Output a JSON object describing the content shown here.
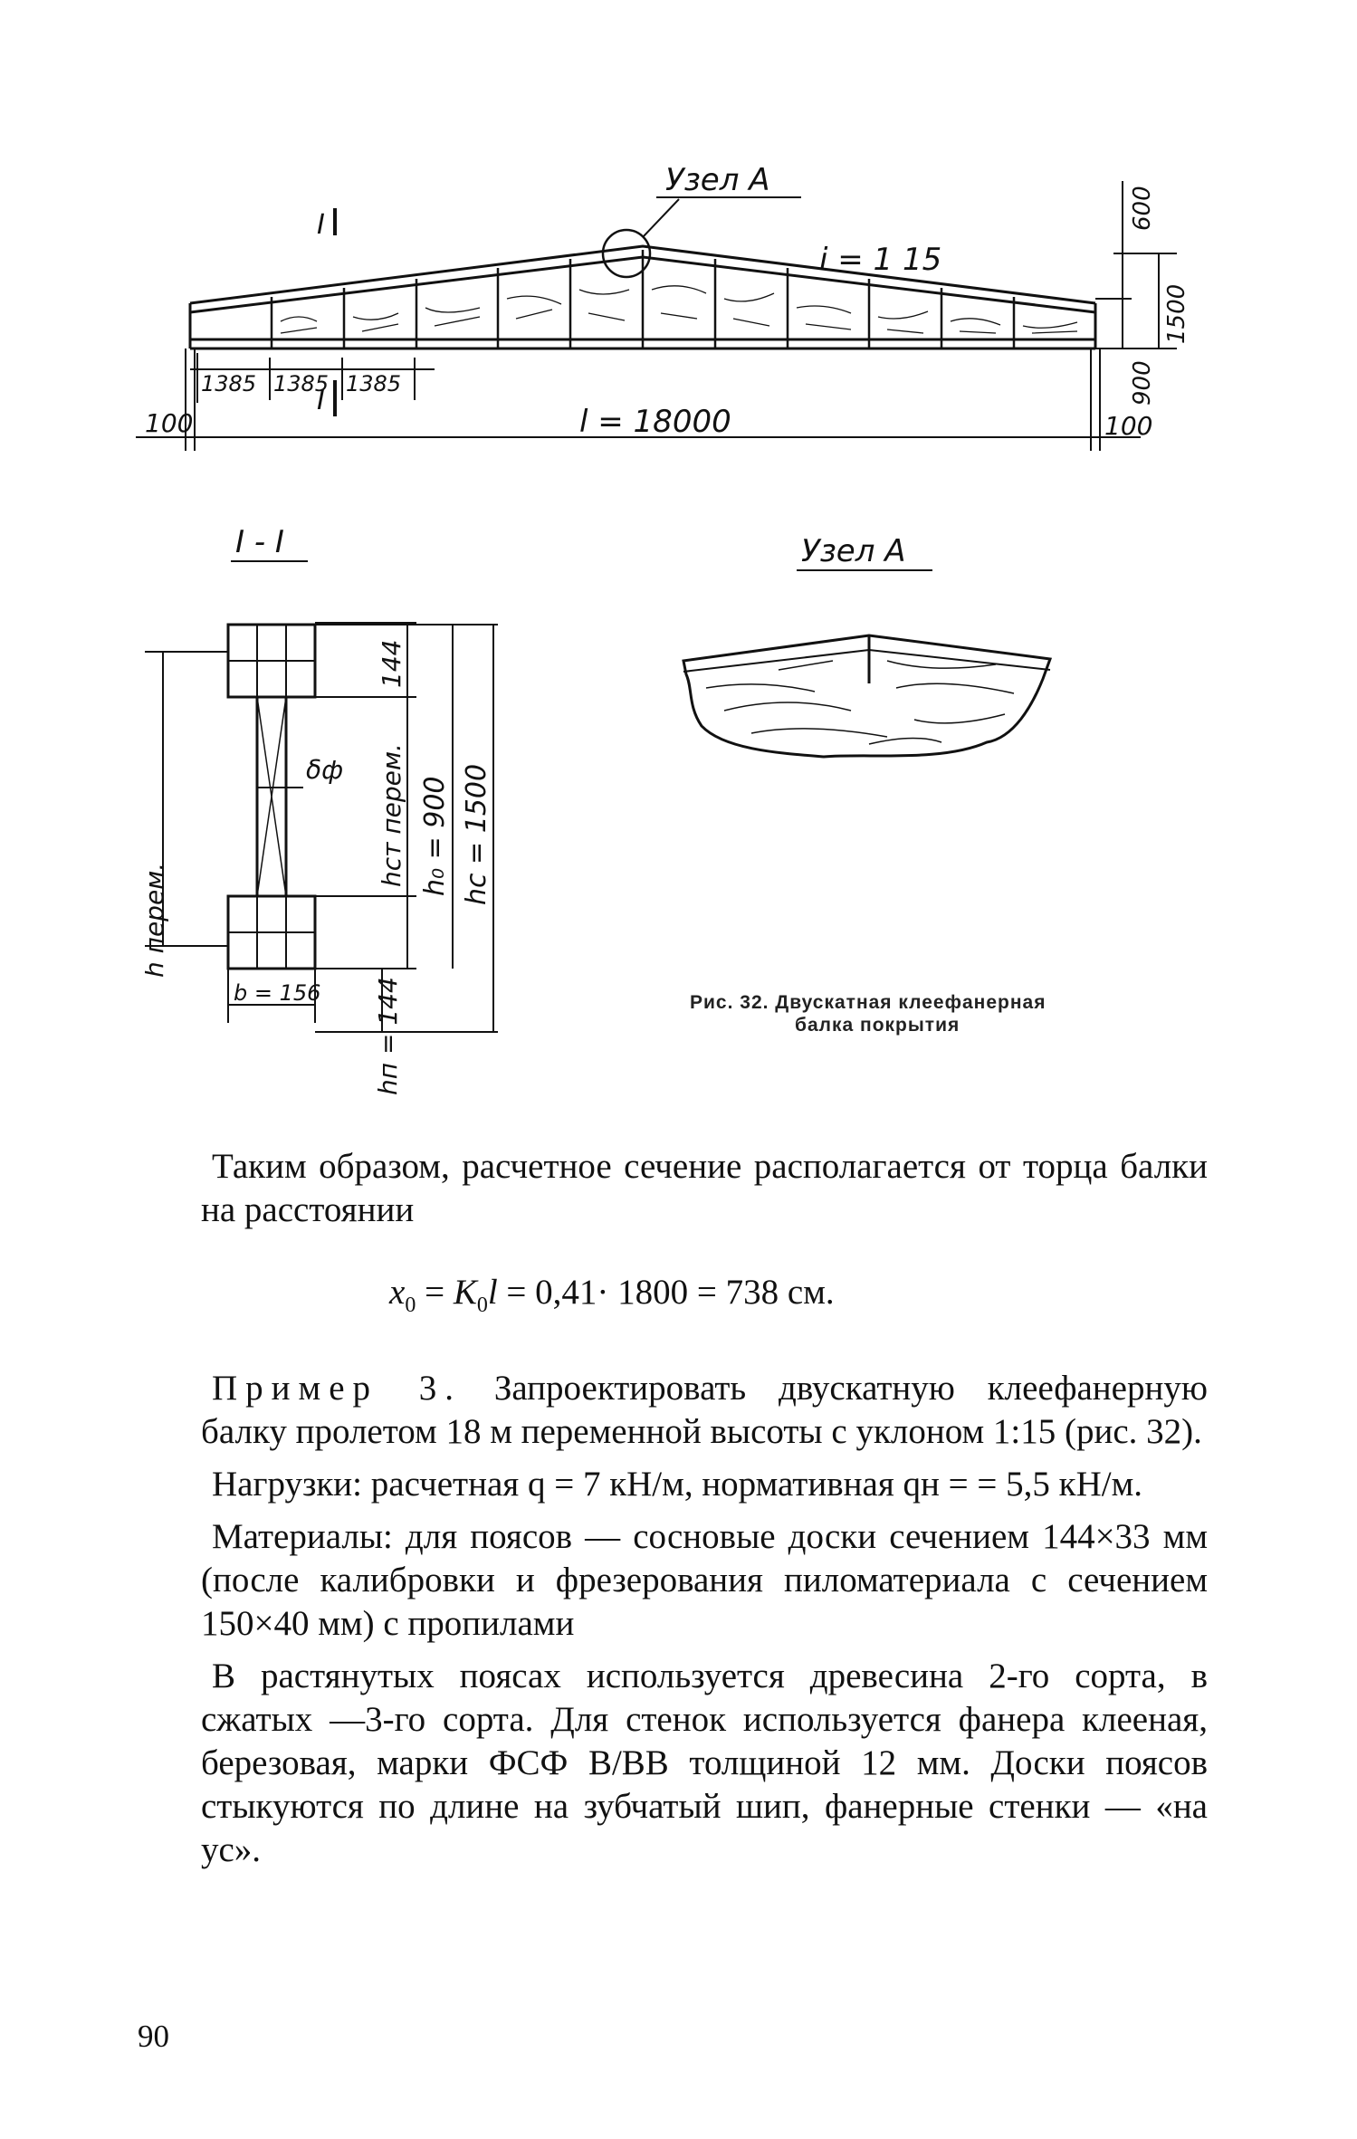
{
  "figure": {
    "node_label_top": "Узел А",
    "section_mark_top": "I",
    "section_mark_bottom": "I",
    "slope": "i = 1  15",
    "dim_600": "600",
    "dim_1500": "1500",
    "dim_900": "900",
    "panel_1": "1385",
    "panel_2": "1385",
    "panel_3": "1385",
    "support_left": "100",
    "span": "l = 18000",
    "support_right": "100",
    "section_title": "I - I",
    "node_title": "Узел А",
    "h_var": "h перем.",
    "delta_f": "δф",
    "hst_var": "hст перем.",
    "flange_144_top": "144",
    "h0": "h₀ = 900",
    "hc": "hc = 1500",
    "b": "b = 156",
    "hn": "hп = 144"
  },
  "caption": {
    "line1": "Рис. 32. Двускатная клеефанерная",
    "line2": "балка покрытия"
  },
  "body": {
    "para1": "Таким образом, расчетное сечение располагается от торца балки на расстоянии",
    "formula_x0": "x",
    "formula_sub0": "0",
    "formula_eq1": " = ",
    "formula_k": "K",
    "formula_ksub": "0",
    "formula_l": "l",
    "formula_rest": " = 0,41· 1800 = 738 см.",
    "example_word": "Пример 3.",
    "para2_rest": " Запроектировать двускатную клеефанерную балку пролетом 18 м переменной высоты с уклоном 1:15 (рис. 32).",
    "para3": "Нагрузки: расчетная q = 7 кН/м, нормативная qн = = 5,5 кН/м.",
    "para4": "Материалы: для поясов — сосновые доски сечением 144×33 мм (после калибровки и фрезерования пиломатериала с сечением 150×40 мм) с пропилами",
    "para5": "В растянутых поясах используется древесина 2-го сорта, в сжатых —3-го сорта. Для стенок используется фанера клееная, березовая, марки ФСФ В/ВВ толщиной 12 мм. Доски поясов стыкуются по длине на зубчатый шип, фанерные стенки — «на ус»."
  },
  "page_number": "90"
}
